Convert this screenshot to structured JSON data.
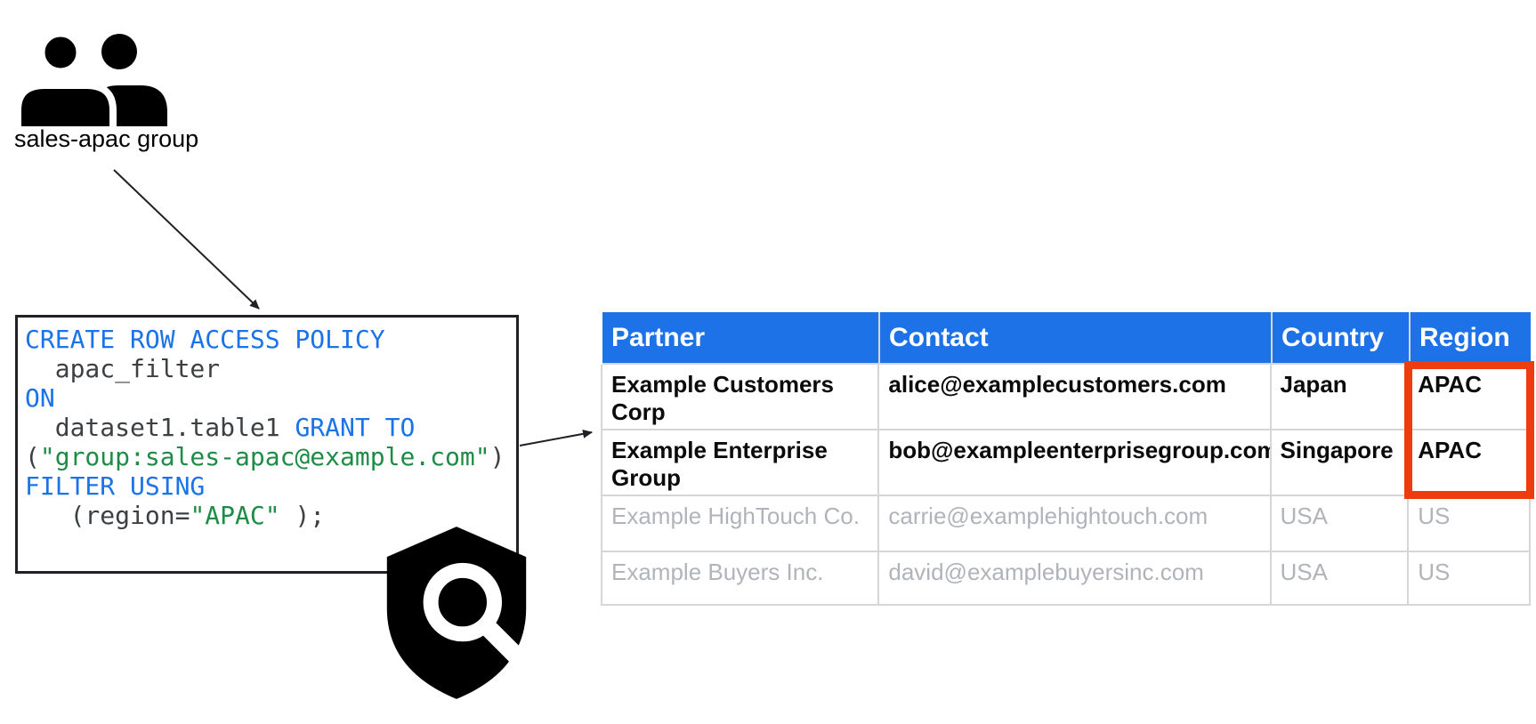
{
  "colors": {
    "header-blue": "#1E72E8",
    "code-keyword": "#1A73E8",
    "code-plain": "#3C4043",
    "code-string": "#1E8C46",
    "muted-gray": "#B0B4BA",
    "grid-gray": "#D6D6D6",
    "highlight-red": "#EE3C0E",
    "ink-black": "#0B0B0B"
  },
  "group": {
    "label": "sales-apac group"
  },
  "icons": {
    "group": "group-users-icon",
    "policy": "shield-search-icon"
  },
  "policy_code": {
    "lines": [
      [
        {
          "t": "CREATE ROW ACCESS POLICY",
          "c": "kw"
        }
      ],
      [
        {
          "t": "  apac_filter",
          "c": "plain"
        }
      ],
      [
        {
          "t": "ON",
          "c": "kw"
        }
      ],
      [
        {
          "t": "  dataset1.table1 ",
          "c": "plain"
        },
        {
          "t": "GRANT TO",
          "c": "kw"
        }
      ],
      [
        {
          "t": "(",
          "c": "plain"
        },
        {
          "t": "\"group:sales-apac@example.com\"",
          "c": "str"
        },
        {
          "t": ")",
          "c": "plain"
        }
      ],
      [
        {
          "t": "FILTER USING",
          "c": "kw"
        }
      ],
      [
        {
          "t": "   (region=",
          "c": "plain"
        },
        {
          "t": "\"APAC\"",
          "c": "str"
        },
        {
          "t": " );",
          "c": "plain"
        }
      ]
    ]
  },
  "table": {
    "columns": [
      "Partner",
      "Contact",
      "Country",
      "Region"
    ],
    "rows": [
      {
        "emphasis": "granted",
        "cells": [
          "Example Customers Corp",
          "alice@examplecustomers.com",
          "Japan",
          "APAC"
        ]
      },
      {
        "emphasis": "granted",
        "cells": [
          "Example Enterprise Group",
          "bob@exampleenterprisegroup.com",
          "Singapore",
          "APAC"
        ]
      },
      {
        "emphasis": "filtered",
        "cells": [
          "Example HighTouch Co.",
          "carrie@examplehightouch.com",
          "USA",
          "US"
        ]
      },
      {
        "emphasis": "filtered",
        "cells": [
          "Example Buyers Inc.",
          "david@examplebuyersinc.com",
          "USA",
          "US"
        ]
      }
    ],
    "highlight": {
      "column": "Region",
      "rows": [
        0,
        1
      ],
      "color": "#EE3C0E"
    }
  }
}
